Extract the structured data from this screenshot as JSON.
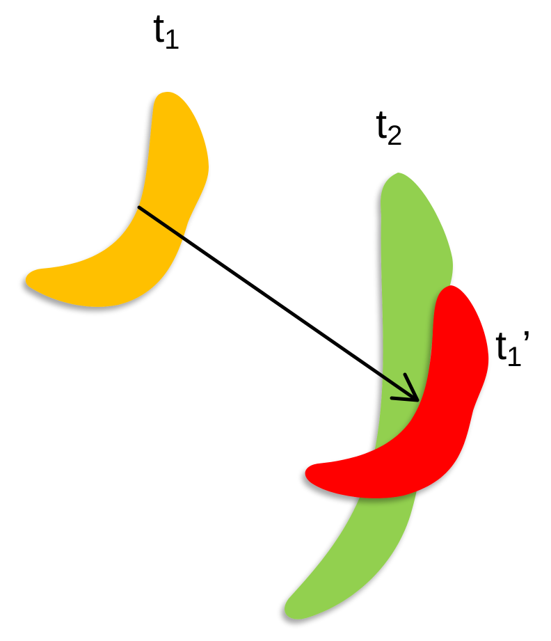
{
  "labels": {
    "t1": {
      "base": "t",
      "sub": "1",
      "suffix": ""
    },
    "t2": {
      "base": "t",
      "sub": "2",
      "suffix": ""
    },
    "t1_prime": {
      "base": "t",
      "sub": "1",
      "suffix": "’"
    }
  },
  "colors": {
    "shape_t1": "#FFC000",
    "shape_t2": "#92D050",
    "shape_t1_prime": "#FF0000",
    "arrow": "#000000",
    "shadow": "#b0b0b0",
    "background": "#ffffff"
  }
}
